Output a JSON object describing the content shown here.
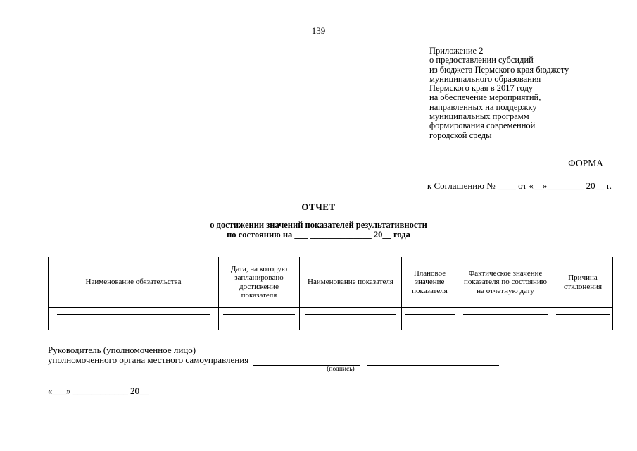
{
  "page": {
    "number": "139"
  },
  "appendix": {
    "lines": [
      "Приложение 2",
      "о предоставлении субсидий",
      "из бюджета Пермского края бюджету",
      "муниципального образования",
      "Пермского края в 2017 году",
      "на обеспечение мероприятий,",
      "направленных на поддержку",
      "муниципальных программ",
      "формирования современной",
      "городской среды"
    ]
  },
  "form_label": "ФОРМА",
  "agreement_line": "к Соглашению № ____ от «__»________ 20__ г.",
  "title": {
    "line1": "ОТЧЕТ",
    "line2": "о достижении значений показателей результативности",
    "line3": "по состоянию на ___ ______________ 20__ года"
  },
  "table": {
    "headers": [
      "Наименование обязательства",
      "Дата, на которую запланировано достижение показателя",
      "Наименование показателя",
      "Плановое значение показателя",
      "Фактическое значение показателя по состоянию на отчетную дату",
      "Причина отклонения"
    ]
  },
  "footer": {
    "line1": "Руководитель (уполномоченное лицо)",
    "line2": "уполномоченного органа местного самоуправления",
    "signature_caption": "(подпись)",
    "date_line": "«___» ____________ 20__"
  }
}
